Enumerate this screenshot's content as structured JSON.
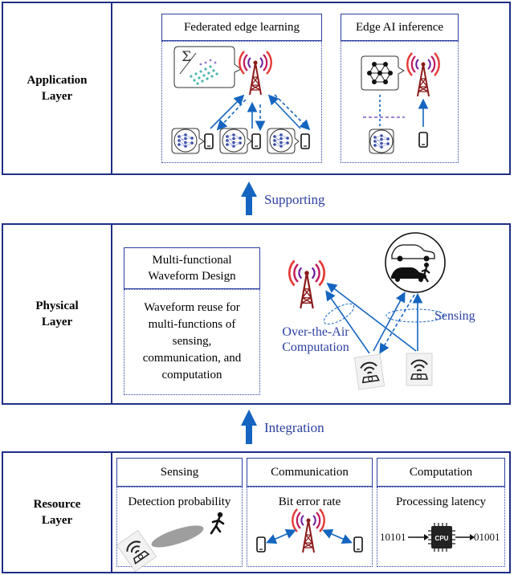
{
  "layers": {
    "application": {
      "line1": "Application",
      "line2": "Layer"
    },
    "physical": {
      "line1": "Physical",
      "line2": "Layer"
    },
    "resource": {
      "line1": "Resource",
      "line2": "Layer"
    }
  },
  "application": {
    "fel_title": "Federated edge learning",
    "fel_sigma": "Σ",
    "eai_title": "Edge AI inference"
  },
  "arrows": {
    "supporting": "Supporting",
    "integration": "Integration"
  },
  "physical": {
    "waveform_title_line1": "Multi-functional",
    "waveform_title_line2": "Waveform Design",
    "waveform_desc": [
      "Waveform reuse for",
      "multi-functions of",
      "sensing,",
      "communication, and",
      "computation"
    ],
    "ota_line1": "Over-the-Air",
    "ota_line2": "Computation",
    "sensing_label": "Sensing"
  },
  "resource": {
    "sensing_title": "Sensing",
    "sensing_metric": "Detection probability",
    "comm_title": "Communication",
    "comm_metric": "Bit error rate",
    "comp_title": "Computation",
    "comp_metric": "Processing latency",
    "bits_in": "10101",
    "bits_out": "01001",
    "cpu_label": "CPU"
  },
  "colors": {
    "frame": "#1f2f86",
    "accent_blue": "#1565c0",
    "tower": "#8b1a1a"
  }
}
